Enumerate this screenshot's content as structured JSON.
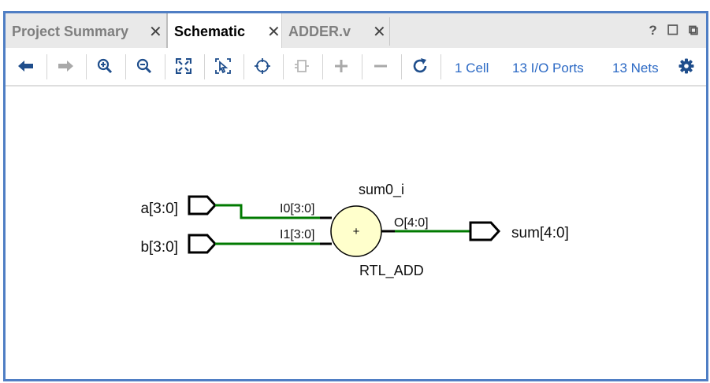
{
  "tabs": [
    {
      "label": "Project Summary",
      "close": "✕"
    },
    {
      "label": "Schematic",
      "close": "✕"
    },
    {
      "label": "ADDER.v",
      "close": "✕"
    }
  ],
  "window_controls": {
    "help": "?",
    "maximize": "☐",
    "float": "⧉"
  },
  "toolbar": {
    "icons": [
      "back-icon",
      "forward-icon",
      "zoom-in-icon",
      "zoom-out-icon",
      "fit-icon",
      "zoom-select-icon",
      "crosshair-icon",
      "cell-icon",
      "expand-icon",
      "collapse-icon",
      "refresh-icon",
      "gear-icon"
    ],
    "cells": "1 Cell",
    "io_ports": "13 I/O Ports",
    "nets": "13 Nets"
  },
  "schematic": {
    "cell_name": "sum0_i",
    "cell_type": "RTL_ADD",
    "operator": "+",
    "ports": {
      "in_a": "a[3:0]",
      "in_b": "b[3:0]",
      "out": "sum[4:0]"
    },
    "pins": {
      "i0": "I0[3:0]",
      "i1": "I1[3:0]",
      "o": "O[4:0]"
    },
    "colors": {
      "wire": "#007a00",
      "cell_fill": "#ffffcc",
      "port": "#000000"
    }
  }
}
